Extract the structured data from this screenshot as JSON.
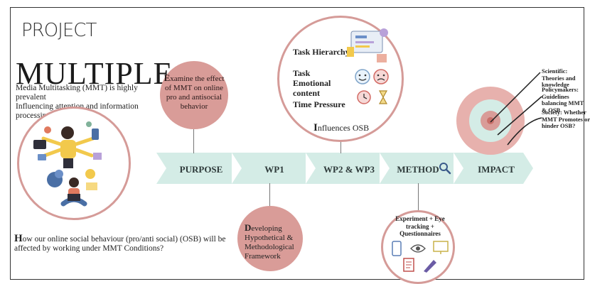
{
  "title": {
    "project": "PROJECT",
    "name": "MULTIPLE"
  },
  "intro": {
    "line1": "Media Multitasking (MMT) is highly prevalent",
    "line2": "Influencing attention and information processing"
  },
  "question": {
    "cap": "H",
    "text": "ow our online social behaviour (pro/anti social) (OSB) will be affected by working under MMT Conditions?"
  },
  "timeline": {
    "stages": [
      "PURPOSE",
      "WP1",
      "WP2 & WP3",
      "METHOD",
      "IMPACT"
    ],
    "colors": {
      "arrow": "#d4ece6",
      "rose": "#d99c98",
      "rose_border": "#d59b98"
    }
  },
  "purpose": {
    "cap": "E",
    "text": "xamine the effect of MMT on online pro and antisocial behavior"
  },
  "wp1": {
    "cap": "D",
    "text": "eveloping Hypothetical & Methodological Framework"
  },
  "wp23": {
    "items": [
      "Task Hierarchy",
      "Task Emotional content",
      "Time Pressure"
    ],
    "footer_cap": "I",
    "footer_text": "nfluences OSB"
  },
  "method": {
    "text": "Experiment + Eye tracking + Questionnaires"
  },
  "impact": {
    "items": [
      "Scientific: Theories and knowledge",
      "Policymakers: Guidelines balancing MMT & OSB",
      "Society: Whether MMT Promotes or hinder OSB?"
    ]
  }
}
